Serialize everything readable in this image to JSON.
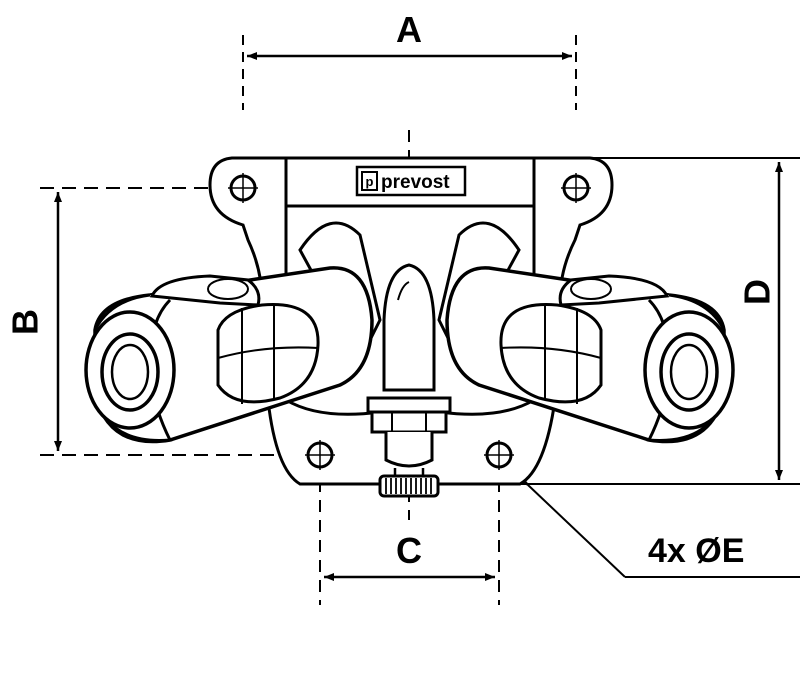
{
  "dimensions": {
    "a": "A",
    "b": "B",
    "c": "C",
    "d": "D",
    "e": "4x ØE"
  },
  "brand": {
    "logo_text": "prevost",
    "logo_mark": "p"
  },
  "colors": {
    "ink": "#000000",
    "paper": "#ffffff",
    "shade": "#d9d9d9"
  }
}
